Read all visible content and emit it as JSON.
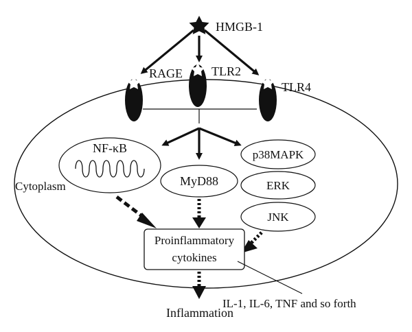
{
  "ligand": {
    "label": "HMGB-1"
  },
  "receptors": [
    {
      "label": "RAGE"
    },
    {
      "label": "TLR2"
    },
    {
      "label": "TLR4"
    }
  ],
  "compartment": {
    "label": "Cytoplasm"
  },
  "pathways": {
    "nfkb": "NF-κB",
    "myd88": "MyD88",
    "p38": "p38MAPK",
    "erk": "ERK",
    "jnk": "JNK"
  },
  "cytokines": {
    "line1": "Proinflammatory",
    "line2": "cytokines"
  },
  "examples": {
    "label": "IL-1, IL-6, TNF and so forth"
  },
  "outcome": {
    "label": "Inflammation"
  }
}
